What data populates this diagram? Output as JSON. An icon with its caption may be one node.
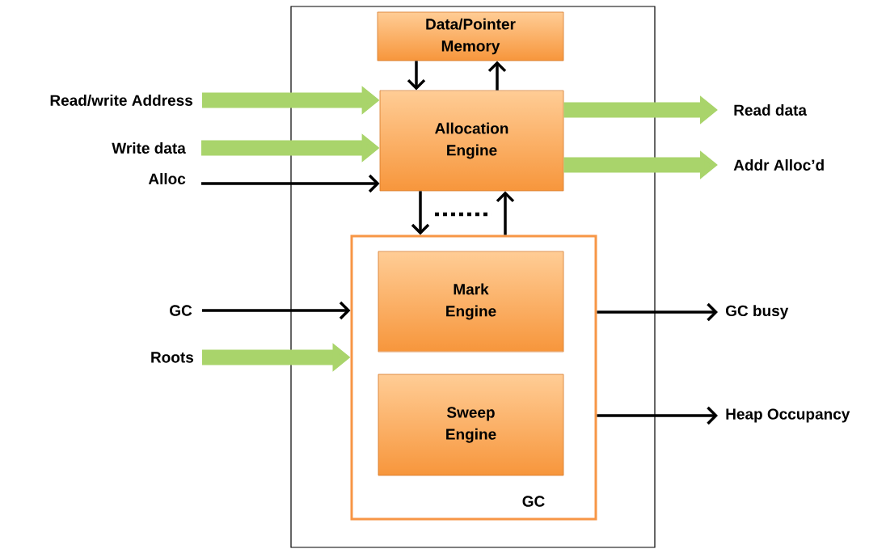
{
  "diagram": {
    "nodes": [
      {
        "text": [],
        "shape": "box"
      },
      {
        "text": [
          "Data/Pointer Memory"
        ],
        "in": 0
      },
      {
        "text": [
          "Allocation Engine"
        ],
        "in": 0
      },
      {
        "text": [
          "GC"
        ],
        "in": 0
      },
      {
        "text": [
          "Mark Engine"
        ],
        "in": 3
      },
      {
        "text": [
          "Sweep Engine"
        ],
        "in": 3
      },
      {
        "text": [
          "Read/write Address"
        ]
      },
      {
        "text": [
          "Write data"
        ]
      },
      {
        "text": [
          "Alloc"
        ]
      },
      {
        "text": [
          "GC"
        ]
      },
      {
        "text": [
          "Roots"
        ]
      },
      {
        "text": [
          "Read data"
        ]
      },
      {
        "text": [
          "Addr Alloc’d"
        ]
      },
      {
        "text": [
          "GC busy"
        ]
      },
      {
        "text": [
          "Heap Occupancy"
        ]
      }
    ],
    "edges": [
      {
        "from": 1,
        "to": 2,
        "arrow": "to"
      },
      {
        "from": 2,
        "to": 1,
        "arrow": "to"
      },
      {
        "from": 6,
        "to": 2,
        "arrow": "to",
        "style": "thick",
        "color": "#a9d46b"
      },
      {
        "from": 7,
        "to": 2,
        "arrow": "to",
        "style": "thick",
        "color": "#a9d46b"
      },
      {
        "from": 8,
        "to": 2,
        "arrow": "to"
      },
      {
        "from": 2,
        "to": 3,
        "arrow": "to"
      },
      {
        "from": 3,
        "to": 2,
        "arrow": "to"
      },
      {
        "from": 9,
        "to": 3,
        "arrow": "to"
      },
      {
        "from": 10,
        "to": 3,
        "arrow": "to",
        "style": "thick",
        "color": "#a9d46b"
      },
      {
        "from": 2,
        "to": 11,
        "arrow": "to",
        "style": "thick",
        "color": "#a9d46b"
      },
      {
        "from": 2,
        "to": 12,
        "arrow": "to",
        "style": "thick",
        "color": "#a9d46b"
      },
      {
        "from": 3,
        "to": 13,
        "arrow": "to"
      },
      {
        "from": 3,
        "to": 14,
        "arrow": "to"
      }
    ]
  }
}
